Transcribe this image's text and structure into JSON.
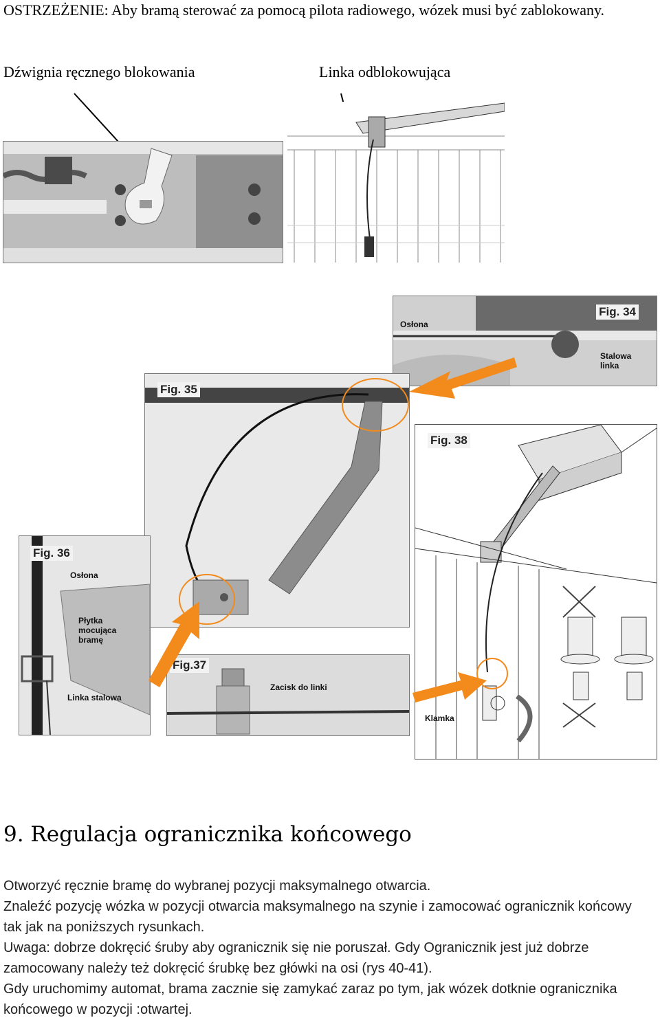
{
  "warning": "OSTRZEŻENIE: Aby bramą sterować za pomocą pilota radiowego, wózek musi być zablokowany.",
  "captions": {
    "lever": "Dźwignia ręcznego blokowania",
    "cable": "Linka odblokowująca"
  },
  "figures": {
    "fig34": {
      "label": "Fig. 34",
      "oslona": "Osłona",
      "stalowa_linka": "Stalowa linka"
    },
    "fig35": {
      "label": "Fig. 35"
    },
    "fig36": {
      "label": "Fig. 36",
      "oslona": "Osłona",
      "plytka": "Płytka mocująca bramę",
      "linka": "Linka stalowa"
    },
    "fig37": {
      "label": "Fig.37",
      "zacisk": "Zacisk do linki"
    },
    "fig38": {
      "label": "Fig. 38",
      "klamka": "Klamka"
    }
  },
  "section": {
    "title": "9. Regulacja ogranicznika końcowego",
    "paragraphs": [
      "Otworzyć ręcznie bramę do wybranej pozycji maksymalnego otwarcia.",
      "Znaleźć pozycję wózka w pozycji otwarcia maksymalnego na szynie i zamocować ogranicznik końcowy tak jak na poniższych rysunkach.",
      "Uwaga: dobrze dokręcić śruby aby ogranicznik się nie poruszał. Gdy Ogranicznik jest już dobrze zamocowany należy też dokręcić śrubkę bez główki na osi (rys 40-41).",
      "Gdy uruchomimy automat, brama zacznie się zamykać zaraz po tym, jak wózek dotknie ogranicznika końcowego w pozycji :otwartej."
    ]
  },
  "colors": {
    "arrow": "#f28a1c",
    "photo_gray": "#c9c9c9"
  }
}
